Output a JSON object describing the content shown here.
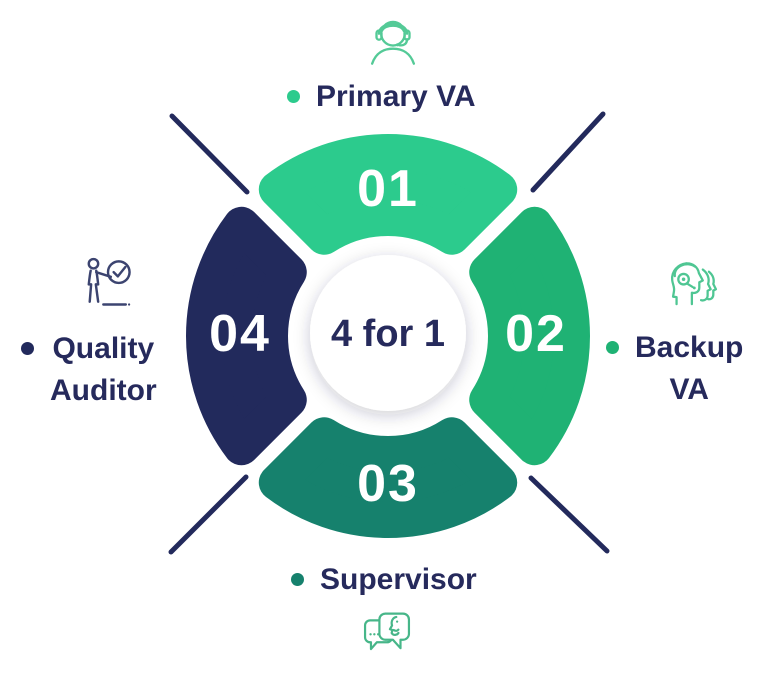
{
  "diagram": {
    "center_label": "4 for 1",
    "segments": [
      {
        "number": "01",
        "title": "Primary VA",
        "color": "#2CCB8D",
        "position": "top",
        "icon": "headset-agent-icon",
        "icon_color": "#54CA97",
        "bullet_color": "#2CCB8D",
        "label_lines": [
          "Primary VA"
        ]
      },
      {
        "number": "02",
        "title": "Backup VA",
        "color": "#1FB274",
        "position": "right",
        "icon": "backup-agents-icon",
        "icon_color": "#4FC693",
        "bullet_color": "#1FB274",
        "label_lines": [
          "Backup",
          "VA"
        ]
      },
      {
        "number": "03",
        "title": "Supervisor",
        "color": "#16816D",
        "position": "bottom",
        "icon": "conversation-icon",
        "icon_color": "#47B689",
        "bullet_color": "#16816D",
        "label_lines": [
          "Supervisor"
        ]
      },
      {
        "number": "04",
        "title": "Quality Auditor",
        "color": "#222A5C",
        "position": "left",
        "icon": "quality-check-icon",
        "icon_color": "#3C4470",
        "bullet_color": "#222A5C",
        "label_lines": [
          "Quality",
          "Auditor"
        ]
      }
    ],
    "colors": {
      "text": "#262A5C",
      "diagonal_line": "#232A5C",
      "number_text": "#FFFFFF",
      "center_circle": "#FFFFFF",
      "background": "#FFFFFF"
    }
  }
}
